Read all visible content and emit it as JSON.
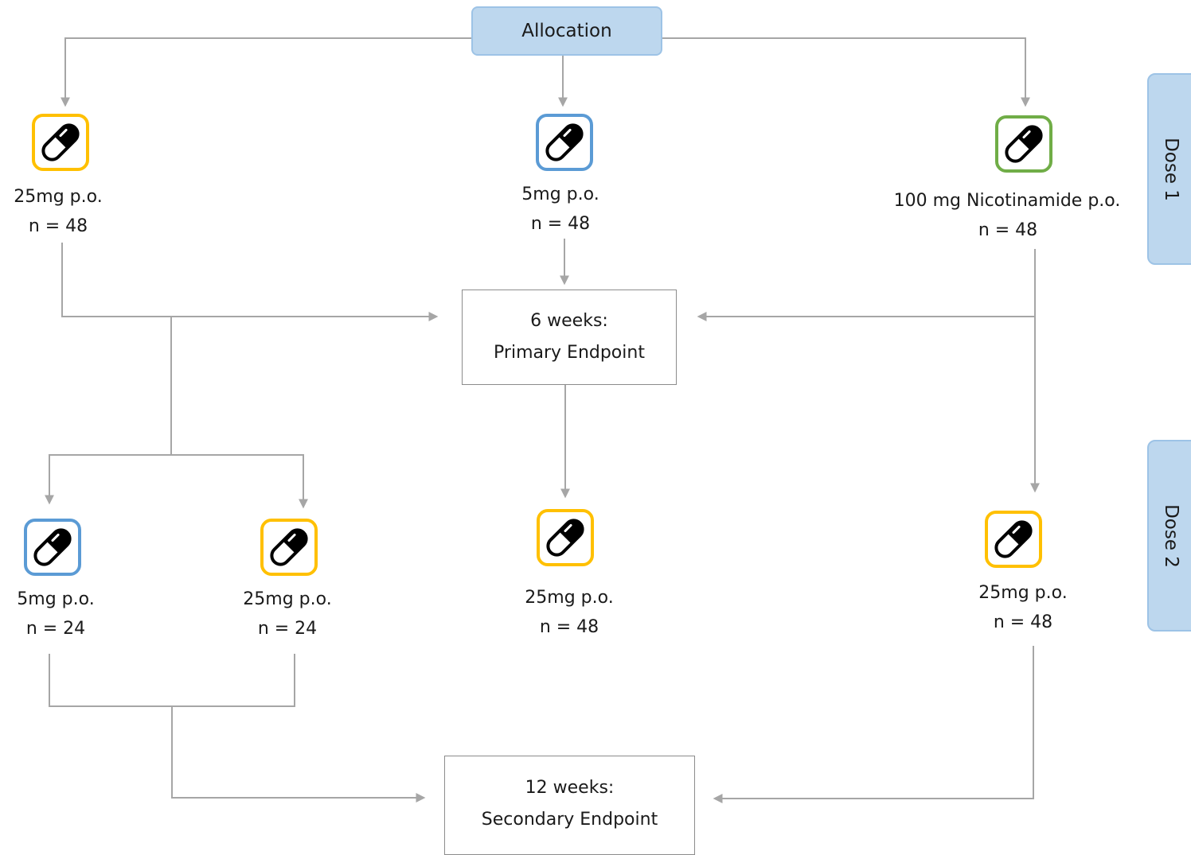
{
  "allocation": {
    "label": "Allocation"
  },
  "endpoints": {
    "primary": {
      "line1": "6 weeks:",
      "line2": "Primary Endpoint"
    },
    "secondary": {
      "line1": "12 weeks:",
      "line2": "Secondary Endpoint"
    }
  },
  "dose_tabs": {
    "dose1": "Dose 1",
    "dose2": "Dose 2"
  },
  "colors": {
    "orange": "#ffc000",
    "blue": "#5b9bd5",
    "green": "#70ad47",
    "connector": "#a6a6a6",
    "tab_fill": "#bdd7ee"
  },
  "arms": [
    {
      "dose": "25mg p.o.",
      "n": "n = 48",
      "icon": "pill-icon",
      "color": "orange"
    },
    {
      "dose": "5mg p.o.",
      "n": "n = 48",
      "icon": "pill-icon",
      "color": "blue"
    },
    {
      "dose": "100 mg Nicotinamide p.o.",
      "n": "n = 48",
      "icon": "pill-icon",
      "color": "green"
    }
  ],
  "second_dose": [
    {
      "dose": "5mg p.o.",
      "n": "n = 24",
      "icon": "pill-icon",
      "color": "blue"
    },
    {
      "dose": "25mg p.o.",
      "n": "n = 24",
      "icon": "pill-icon",
      "color": "orange"
    },
    {
      "dose": "25mg p.o.",
      "n": "n = 48",
      "icon": "pill-icon",
      "color": "orange"
    },
    {
      "dose": "25mg p.o.",
      "n": "n = 48",
      "icon": "pill-icon",
      "color": "orange"
    }
  ]
}
